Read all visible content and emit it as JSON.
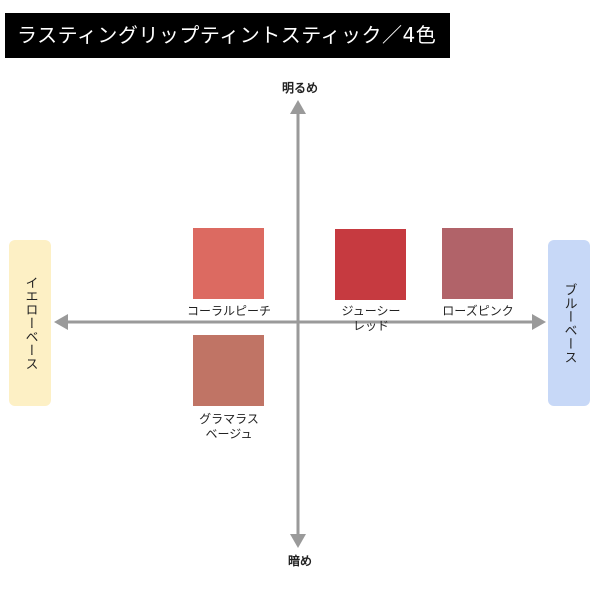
{
  "title": "ラスティングリップティントスティック／4色",
  "axes": {
    "top_label": "明るめ",
    "bottom_label": "暗め",
    "left_label": "イエローベース",
    "right_label": "ブルーベース",
    "left_color": "#fdf0c5",
    "right_color": "#c7d8f7",
    "axis_color": "#9a9a9a"
  },
  "shades": [
    {
      "name": "コーラルピーチ",
      "color": "#dc6a61"
    },
    {
      "name": "ジューシー\nレッド",
      "color": "#c63a40"
    },
    {
      "name": "ローズピンク",
      "color": "#b16369"
    },
    {
      "name": "グラマラス\nベージュ",
      "color": "#c07465"
    }
  ]
}
